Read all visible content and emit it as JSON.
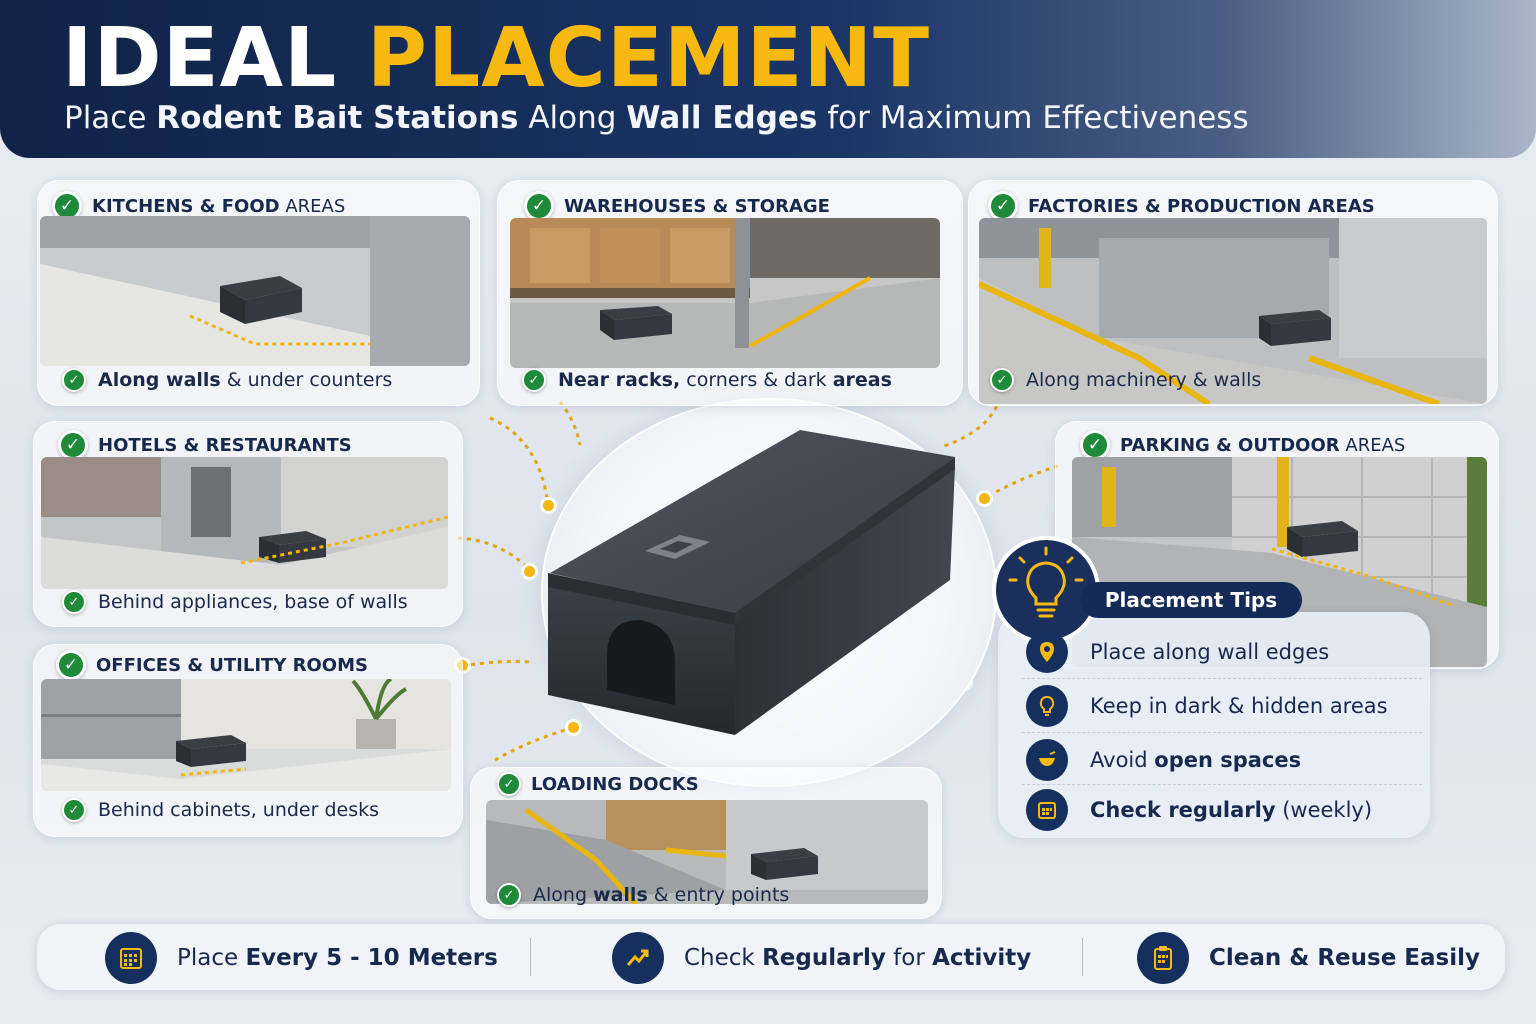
{
  "header": {
    "title_part1": "IDEAL",
    "title_part2": "PLACEMENT",
    "subtitle": {
      "t1": "Place ",
      "b1": "Rodent Bait Stations",
      "t2": " Along ",
      "b2": "Wall Edges",
      "t3": " for Maximum Effectiveness"
    }
  },
  "locations": {
    "kitchens": {
      "title": "KITCHENS & FOOD",
      "title_light": " AREAS",
      "caption_bold": "Along walls",
      "caption_rest": " & under counters"
    },
    "warehouses": {
      "title": "WAREHOUSES & STORAGE",
      "caption_bold1": "Near racks,",
      "caption_mid": " corners & dark ",
      "caption_bold2": "areas"
    },
    "factories": {
      "title": "FACTORIES & PRODUCTION AREAS",
      "caption": "Along machinery & walls"
    },
    "hotels": {
      "title": "HOTELS & RESTAURANTS",
      "caption": "Behind appliances, base of walls"
    },
    "offices": {
      "title": "OFFICES & UTILITY ROOMS",
      "caption": "Behind cabinets, under desks"
    },
    "parking": {
      "title": "PARKING & OUTDOOR",
      "title_light": " AREAS"
    },
    "loading": {
      "title": "LOADING DOCKS",
      "caption_t1": "Along ",
      "caption_bold": "walls",
      "caption_t2": " & entry points"
    }
  },
  "tips": {
    "badge": "Placement Tips",
    "items": [
      {
        "icon": "location-pin-icon",
        "text": "Place along wall edges"
      },
      {
        "icon": "lightbulb-icon",
        "text": "Keep in dark & hidden areas"
      },
      {
        "icon": "no-open-space-icon",
        "text_plain": "Avoid ",
        "text_bold": "open spaces"
      },
      {
        "icon": "calendar-icon",
        "text_bold": "Check regularly",
        "text_plain": " (weekly)"
      }
    ]
  },
  "bottom_bar": {
    "item1": {
      "icon": "calendar-grid-icon",
      "plain": "Place ",
      "bold": "Every 5 - 10 Meters"
    },
    "item2": {
      "icon": "trend-arrow-icon",
      "plain1": "Check ",
      "bold1": "Regularly",
      "plain2": " for ",
      "bold2": "Activity"
    },
    "item3": {
      "icon": "clipboard-icon",
      "bold": "Clean & Reuse Easily"
    }
  },
  "colors": {
    "navy": "#142b57",
    "accent_yellow": "#f7b90f",
    "check_green": "#1f8a3a"
  }
}
